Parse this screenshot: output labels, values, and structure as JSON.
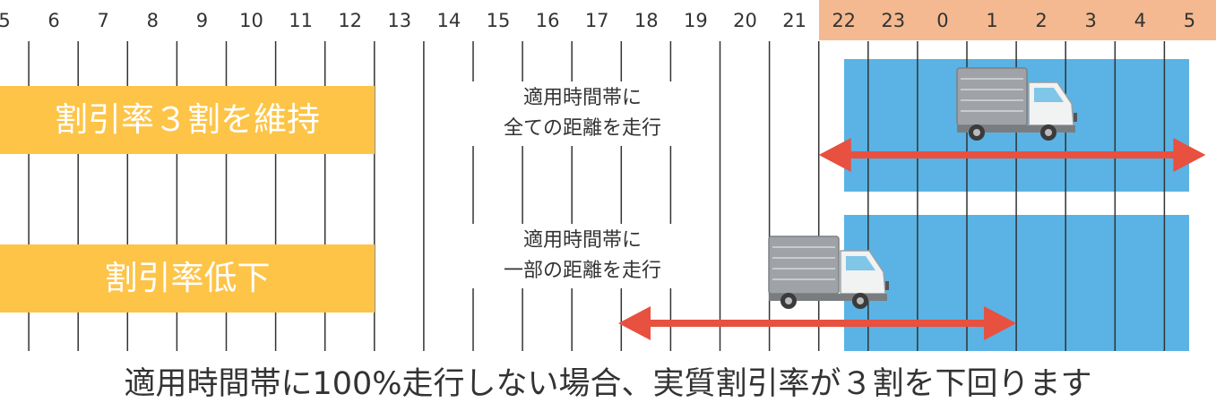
{
  "hours": [
    "5",
    "6",
    "7",
    "8",
    "9",
    "10",
    "11",
    "12",
    "13",
    "14",
    "15",
    "16",
    "17",
    "18",
    "19",
    "20",
    "21",
    "22",
    "23",
    "0",
    "1",
    "2",
    "3",
    "4",
    "5"
  ],
  "colors": {
    "night_header": "#F4B990",
    "night_band": "#5AB3E4",
    "label_bg": "#FDC447",
    "arrow": "#E8503F",
    "grid": "#333333"
  },
  "rows": [
    {
      "title": "割引率３割を維持",
      "note_lines": [
        "適用時間帯に",
        "全ての距離を走行"
      ],
      "arrow_from_hour": "22",
      "arrow_to_hour": "5"
    },
    {
      "title": "割引率低下",
      "note_lines": [
        "適用時間帯に",
        "一部の距離を走行"
      ],
      "arrow_from_hour": "17.5",
      "arrow_to_hour": "2"
    }
  ],
  "caption": "適用時間帯に100%走行しない場合、実質割引率が３割を下回ります",
  "icons": [
    "truck-icon",
    "double-arrow-icon"
  ]
}
